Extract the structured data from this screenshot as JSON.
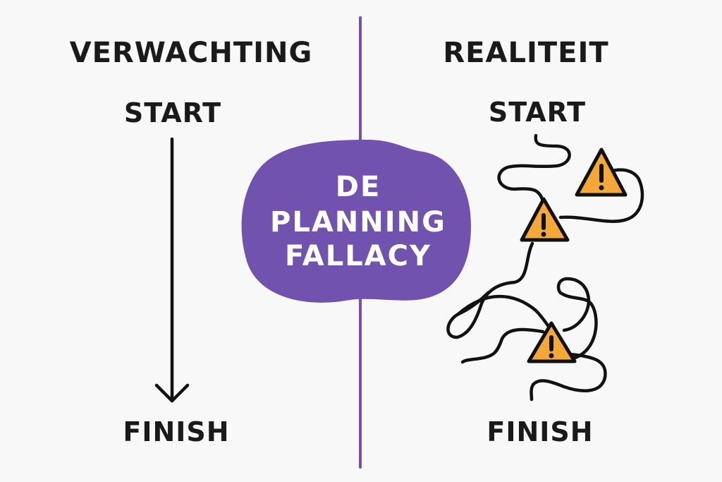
{
  "left": {
    "heading": "VERWACHTING",
    "start": "START",
    "finish": "FINISH"
  },
  "right": {
    "heading": "REALITEIT",
    "start": "START",
    "finish": "FINISH"
  },
  "center": {
    "line1": "DE",
    "line2": "PLANNING",
    "line3": "FALLACY"
  },
  "colors": {
    "background": "#f8f8f8",
    "accent": "#7152ae",
    "warning": "#f5a83a",
    "ink": "#111111"
  },
  "icons": [
    "arrow-down-icon",
    "warning-triangle-icon"
  ]
}
